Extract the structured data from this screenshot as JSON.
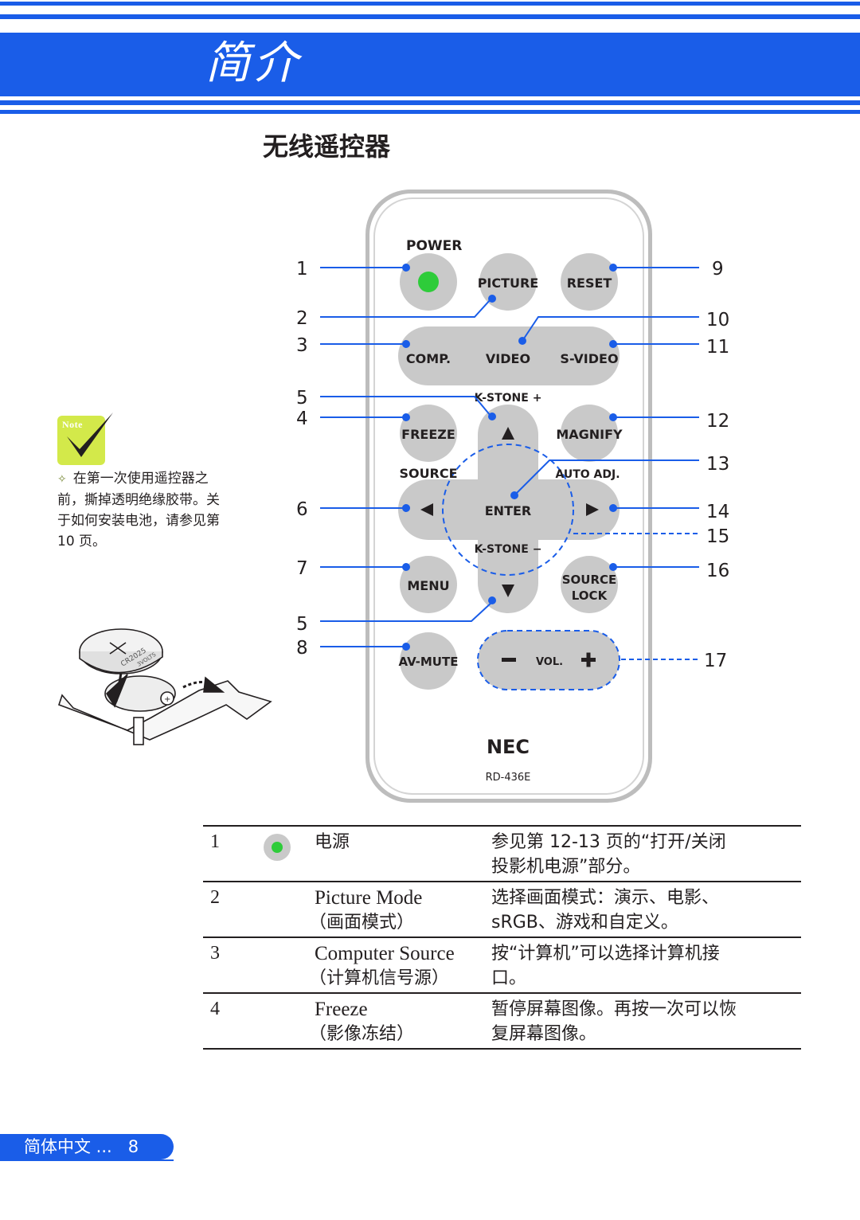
{
  "header": {
    "title": "简介"
  },
  "section": {
    "title": "无线遥控器"
  },
  "note": {
    "label": "Note",
    "text": "在第一次使用遥控器之前，撕掉透明绝缘胶带。关于如何安装电池，请参见第 10 页。"
  },
  "battery_labels": {
    "model": "CR2025",
    "voltage": "3VOLTS"
  },
  "remote": {
    "brand": "NEC",
    "model": "RD-436E",
    "buttons": {
      "power": "POWER",
      "picture": "PICTURE",
      "reset": "RESET",
      "comp": "COMP.",
      "video": "VIDEO",
      "svideo": "S-VIDEO",
      "kstone_plus": "K-STONE +",
      "freeze": "FREEZE",
      "magnify": "MAGNIFY",
      "source": "SOURCE",
      "auto_adj": "AUTO ADJ.",
      "enter": "ENTER",
      "kstone_minus": "K-STONE −",
      "menu": "MENU",
      "source_lock_1": "SOURCE",
      "source_lock_2": "LOCK",
      "av_mute": "AV-MUTE",
      "vol": "VOL."
    },
    "callouts_left": [
      "1",
      "2",
      "3",
      "5",
      "4",
      "6",
      "7",
      "5",
      "8"
    ],
    "callouts_right": [
      "9",
      "10",
      "11",
      "12",
      "13",
      "14",
      "15",
      "16",
      "17"
    ]
  },
  "table": {
    "rows": [
      {
        "num": "1",
        "name": "电源",
        "name_sub": "",
        "desc_1": "参见第 12-13 页的“打开/关闭",
        "desc_2": "投影机电源”部分。"
      },
      {
        "num": "2",
        "name": "Picture Mode",
        "name_sub": "（画面模式）",
        "desc_1": "选择画面模式：演示、电影、",
        "desc_2": "sRGB、游戏和自定义。"
      },
      {
        "num": "3",
        "name": "Computer Source",
        "name_sub": "（计算机信号源）",
        "desc_1": "按“计算机”可以选择计算机接",
        "desc_2": "口。"
      },
      {
        "num": "4",
        "name": "Freeze",
        "name_sub": "（影像冻结）",
        "desc_1": "暂停屏幕图像。再按一次可以恢",
        "desc_2": "复屏幕图像。"
      }
    ]
  },
  "footer": {
    "language": "简体中文 ...",
    "page": "8"
  },
  "colors": {
    "brand_blue": "#1a5de8",
    "note_green": "#d3e94a",
    "power_led": "#2ecc3a"
  }
}
